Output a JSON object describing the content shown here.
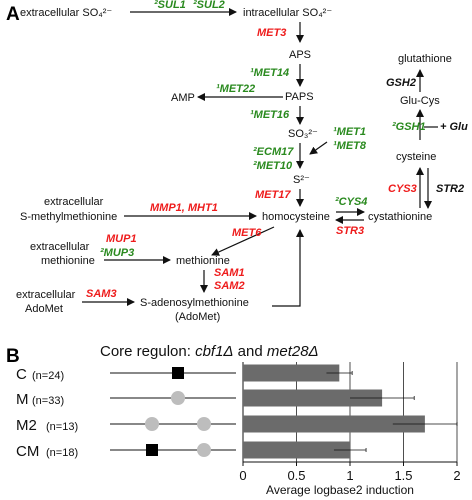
{
  "panel_a": {
    "label": "A",
    "metabolites": {
      "extracellular_so4": "extracellular SO₄²⁻",
      "intracellular_so4": "intracellular SO₄²⁻",
      "aps": "APS",
      "paps": "PAPS",
      "amp": "AMP",
      "so3": "SO₃²⁻",
      "s2": "S²⁻",
      "ext_smm_1": "extracellular",
      "ext_smm_2": "S-methylmethionine",
      "homocysteine": "homocysteine",
      "ext_met_1": "extracellular",
      "ext_met_2": "methionine",
      "methionine": "methionine",
      "ext_adomet_1": "extracellular",
      "ext_adomet_2": "AdoMet",
      "sam_1": "S-adenosylmethionine",
      "sam_2": "(AdoMet)",
      "glutathione": "glutathione",
      "glu_cys": "Glu-Cys",
      "cysteine": "cysteine",
      "glu": "+ Glu",
      "cystathionine": "cystathionine"
    },
    "genes": {
      "sul1": "²SUL1",
      "sul2": "²SUL2",
      "met3": "MET3",
      "met14": "¹MET14",
      "met22": "¹MET22",
      "met16": "¹MET16",
      "met1": "¹MET1",
      "met8": "¹MET8",
      "ecm17": "²ECM17",
      "met10": "²MET10",
      "met17": "MET17",
      "mmp1": "MMP1, MHT1",
      "met6": "MET6",
      "mup1": "MUP1",
      "mup3": "²MUP3",
      "sam1": "SAM1",
      "sam2": "SAM2",
      "sam3": "SAM3",
      "gsh2": "GSH2",
      "gsh1": "²GSH1",
      "cys3": "CYS3",
      "str2": "STR2",
      "cys4": "²CYS4",
      "str3": "STR3"
    },
    "colors": {
      "red": "#ee1c1c",
      "green": "#2a8a1f",
      "black": "#111111"
    }
  },
  "panel_b": {
    "label": "B",
    "title_prefix": "Core regulon: ",
    "title_gene1": "cbf1Δ",
    "title_and": " and ",
    "title_gene2": "met28Δ",
    "rows": [
      {
        "label": "C",
        "n": "(n=24)",
        "motifs": [
          "square"
        ]
      },
      {
        "label": "M",
        "n": "(n=33)",
        "motifs": [
          "circle"
        ]
      },
      {
        "label": "M2",
        "n": "(n=13)",
        "motifs": [
          "circle",
          "circle"
        ]
      },
      {
        "label": "CM",
        "n": "(n=18)",
        "motifs": [
          "square",
          "circle"
        ]
      }
    ],
    "motif_colors": {
      "square": "#000000",
      "circle": "#bdbdbd"
    },
    "bar_color": "#6b6b6b"
  },
  "chart_data": {
    "type": "bar",
    "orientation": "horizontal",
    "categories": [
      "C",
      "M",
      "M2",
      "CM"
    ],
    "values": [
      0.9,
      1.3,
      1.7,
      1.0
    ],
    "errors": [
      0.12,
      0.3,
      0.3,
      0.15
    ],
    "xlabel": "Average logbase2 induction",
    "xlim": [
      0,
      2
    ],
    "xticks": [
      "0",
      "0.5",
      "1",
      "1.5",
      "2"
    ],
    "grid": "vertical"
  }
}
